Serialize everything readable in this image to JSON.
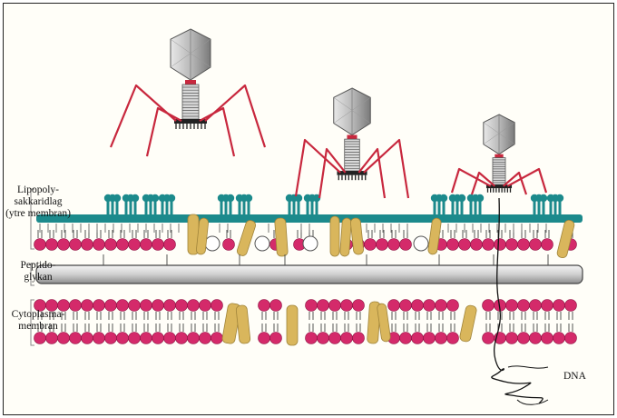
{
  "labels": {
    "outer_membrane": [
      "Lipopoly-",
      "sakkaridlag",
      "(ytre membran)"
    ],
    "peptidoglycan": [
      "Peptido-",
      "glykan"
    ],
    "cytoplasma": [
      "Cytoplasma-",
      "membran"
    ],
    "dna": "DNA"
  },
  "colors": {
    "phage_body": "#b8b8b8",
    "tail_fibers": "#c8283e",
    "lipid_heads": "#d42a6a",
    "lps": "#1c8a8c",
    "proteins": "#d9b65c",
    "peptidoglycan": "#cfcfcf"
  },
  "icons": [
    "bacteriophage-icon",
    "lipid-bilayer-icon",
    "dna-strand-icon"
  ]
}
